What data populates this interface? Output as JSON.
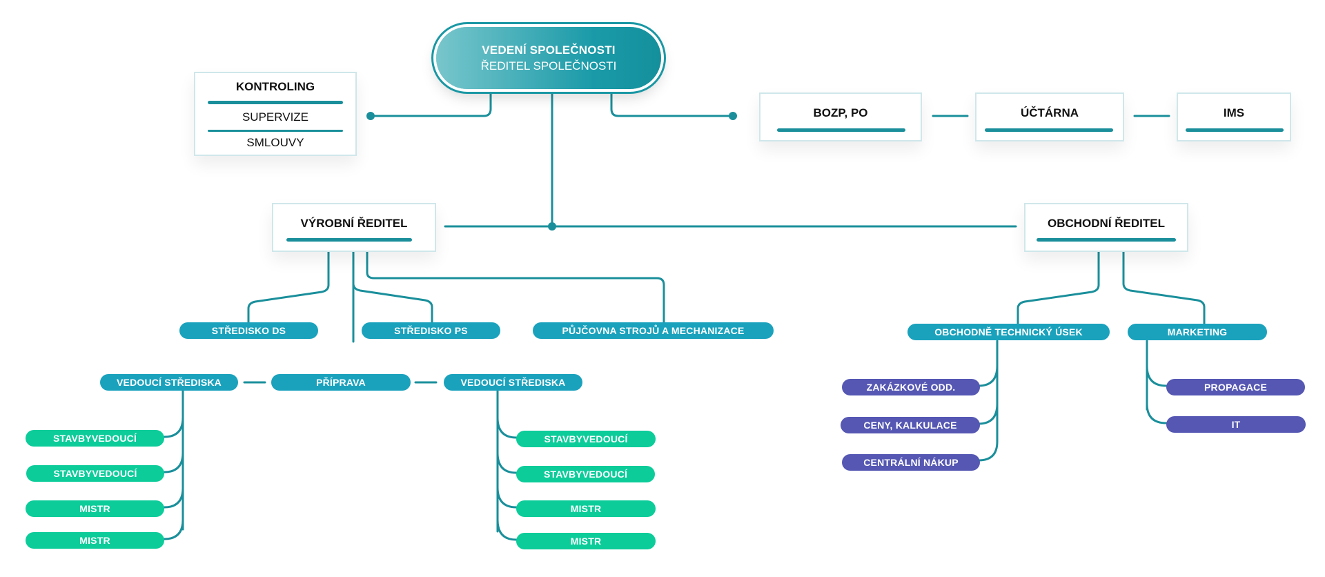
{
  "ceo": {
    "line1": "VEDENÍ SPOLEČNOSTI",
    "line2": "ŘEDITEL SPOLEČNOSTI"
  },
  "kontroling": {
    "title": "KONTROLING",
    "items": [
      "SUPERVIZE",
      "SMLOUVY"
    ]
  },
  "staff": {
    "bozp": "BOZP, PO",
    "uctarna": "ÚČTÁRNA",
    "ims": "IMS"
  },
  "directors": {
    "production": "VÝROBNÍ ŘEDITEL",
    "commercial": "OBCHODNÍ ŘEDITEL"
  },
  "production": {
    "stredisko_ds": "STŘEDISKO DS",
    "stredisko_ps": "STŘEDISKO PS",
    "pujcovna": "PŮJČOVNA STROJŮ A MECHANIZACE",
    "vedouci_left": "VEDOUCÍ STŘEDISKA",
    "priprava": "PŘÍPRAVA",
    "vedouci_right": "VEDOUCÍ STŘEDISKA",
    "left_items": [
      "STAVBYVEDOUCÍ",
      "STAVBYVEDOUCÍ",
      "MISTR",
      "MISTR"
    ],
    "right_items": [
      "STAVBYVEDOUCÍ",
      "STAVBYVEDOUCÍ",
      "MISTR",
      "MISTR"
    ]
  },
  "commercial": {
    "technical": "OBCHODNĚ TECHNICKÝ ÚSEK",
    "marketing": "MARKETING",
    "technical_items": [
      "ZAKÁZKOVÉ ODD.",
      "CENY, KALKULACE",
      "CENTRÁLNÍ NÁKUP"
    ],
    "marketing_items": [
      "PROPAGACE",
      "IT"
    ]
  },
  "colors": {
    "line": "#1a8f9b",
    "blue": "#1aa2bd",
    "green": "#0ccc9a",
    "purple": "#5557b3"
  }
}
